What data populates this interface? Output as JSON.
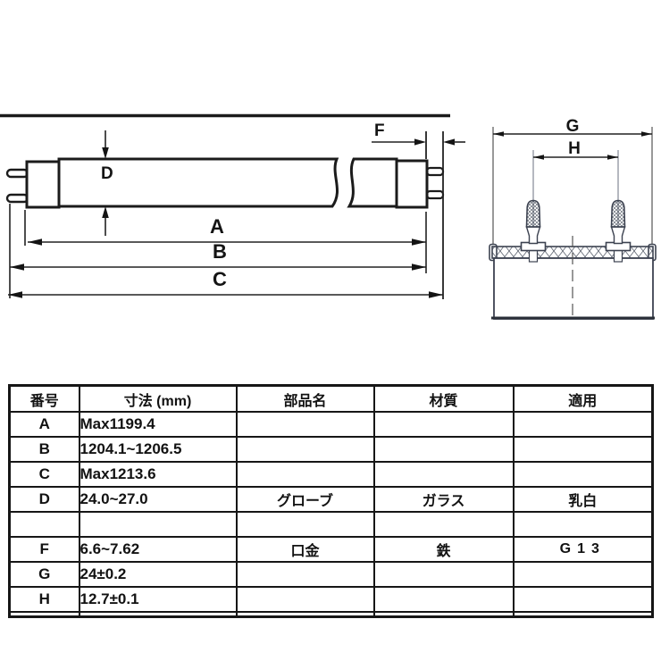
{
  "colors": {
    "background": "#ffffff",
    "drawing_line": "#1b1b1b",
    "endview_line": "#3c4250",
    "table_border": "#161616",
    "text": "#121212"
  },
  "drawing": {
    "labels": {
      "A": "A",
      "B": "B",
      "C": "C",
      "D": "D",
      "F": "F",
      "G": "G",
      "H": "H"
    }
  },
  "table": {
    "headers": [
      "番号",
      "寸法 (mm)",
      "部品名",
      "材質",
      "適用"
    ],
    "rows": [
      {
        "no": "A",
        "dim": "Max1199.4",
        "part": "",
        "material": "",
        "app": ""
      },
      {
        "no": "B",
        "dim": "1204.1~1206.5",
        "part": "",
        "material": "",
        "app": ""
      },
      {
        "no": "C",
        "dim": "Max1213.6",
        "part": "",
        "material": "",
        "app": ""
      },
      {
        "no": "D",
        "dim": "24.0~27.0",
        "part": "グローブ",
        "material": "ガラス",
        "app": "乳白"
      },
      {
        "no": "",
        "dim": "",
        "part": "",
        "material": "",
        "app": ""
      },
      {
        "no": "F",
        "dim": "6.6~7.62",
        "part": "口金",
        "material": "鉄",
        "app": "G13"
      },
      {
        "no": "G",
        "dim": "24±0.2",
        "part": "",
        "material": "",
        "app": ""
      },
      {
        "no": "H",
        "dim": "12.7±0.1",
        "part": "",
        "material": "",
        "app": ""
      }
    ]
  }
}
